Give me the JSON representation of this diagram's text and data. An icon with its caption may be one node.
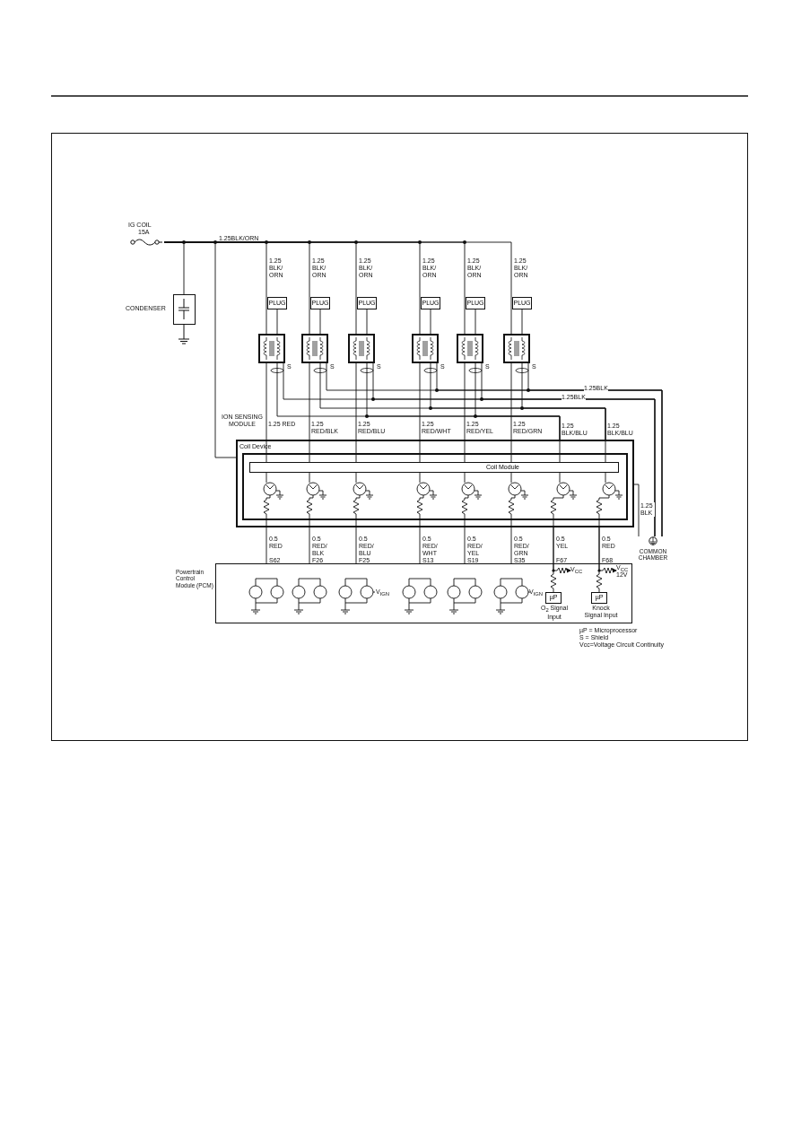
{
  "diagram": {
    "nodes": [
      {
        "text": [
          "IG COIL",
          "15A"
        ]
      },
      {
        "text": [
          "CONDENSER"
        ]
      },
      {
        "text": [
          "PLUG"
        ]
      },
      {
        "text": [
          "PLUG"
        ]
      },
      {
        "text": [
          "PLUG"
        ]
      },
      {
        "text": [
          "PLUG"
        ]
      },
      {
        "text": [
          "PLUG"
        ]
      },
      {
        "text": [
          "PLUG"
        ]
      },
      {
        "text": [],
        "shape": "box",
        "beside": [
          "S"
        ]
      },
      {
        "text": [],
        "shape": "box",
        "beside": [
          "S"
        ]
      },
      {
        "text": [],
        "shape": "box",
        "beside": [
          "S"
        ]
      },
      {
        "text": [],
        "shape": "box",
        "beside": [
          "S"
        ]
      },
      {
        "text": [],
        "shape": "box",
        "beside": [
          "S"
        ]
      },
      {
        "text": [],
        "shape": "box",
        "beside": [
          "S"
        ]
      },
      {
        "text": [
          "Coil Device"
        ],
        "beside": [
          "ION SENSING MODULE"
        ]
      },
      {
        "text": [],
        "shape": "box",
        "in": 14
      },
      {
        "text": [
          "Coil Module"
        ],
        "in": 15
      },
      {
        "text": [
          "COMMON CHAMBER"
        ]
      },
      {
        "text": [
          "Powertrain Control Module (PCM)"
        ]
      },
      {
        "text": [
          "µP"
        ],
        "in": 18,
        "beside": [
          "O$_{2}$ Signal Input"
        ]
      },
      {
        "text": [
          "µP"
        ],
        "in": 18,
        "beside": [
          "Knock Signal Input"
        ]
      },
      {
        "text": [
          "V$_{CC}$"
        ],
        "in": 18
      },
      {
        "text": [
          "V$_{CC}$",
          "12V"
        ],
        "in": 18
      }
    ],
    "edges": [
      {
        "from": 0,
        "to": 1,
        "arrow": "none"
      },
      {
        "from": 0,
        "to": 14,
        "arrow": "none"
      },
      {
        "from": 0,
        "to": 8,
        "arrow": "none",
        "label": "1.25 BLK/ ORN"
      },
      {
        "from": 0,
        "to": 9,
        "arrow": "none",
        "label": "1.25 BLK/ ORN"
      },
      {
        "from": 0,
        "to": 10,
        "arrow": "none",
        "label": "1.25 BLK/ ORN"
      },
      {
        "from": 0,
        "to": 11,
        "arrow": "none",
        "label": "1.25 BLK/ ORN"
      },
      {
        "from": 0,
        "to": 12,
        "arrow": "none",
        "label": "1.25 BLK/ ORN"
      },
      {
        "from": 0,
        "to": 13,
        "arrow": "none",
        "label": "1.25 BLK/ ORN"
      },
      {
        "from": 2,
        "to": 8,
        "arrow": "none"
      },
      {
        "from": 3,
        "to": 9,
        "arrow": "none"
      },
      {
        "from": 4,
        "to": 10,
        "arrow": "none"
      },
      {
        "from": 5,
        "to": 11,
        "arrow": "none"
      },
      {
        "from": 6,
        "to": 12,
        "arrow": "none"
      },
      {
        "from": 7,
        "to": 13,
        "arrow": "none"
      },
      {
        "from": 8,
        "to": 14,
        "arrow": "none",
        "label": "1.25 RED"
      },
      {
        "from": 9,
        "to": 14,
        "arrow": "none",
        "label": "1.25 RED/BLK"
      },
      {
        "from": 10,
        "to": 14,
        "arrow": "none",
        "label": "1.25 RED/BLU"
      },
      {
        "from": 11,
        "to": 14,
        "arrow": "none",
        "label": "1.25 RED/WHT"
      },
      {
        "from": 12,
        "to": 14,
        "arrow": "none",
        "label": "1.25 RED/YEL"
      },
      {
        "from": 13,
        "to": 14,
        "arrow": "none",
        "label": "1.25 RED/GRN"
      },
      {
        "from": 8,
        "to": 14,
        "arrow": "none",
        "label": "1.25 BLK/BLU"
      },
      {
        "from": 10,
        "to": 14,
        "arrow": "none"
      },
      {
        "from": 12,
        "to": 14,
        "arrow": "none"
      },
      {
        "from": 9,
        "to": 14,
        "arrow": "none",
        "label": "1.25 BLK/BLU"
      },
      {
        "from": 11,
        "to": 14,
        "arrow": "none"
      },
      {
        "from": 13,
        "to": 14,
        "arrow": "none"
      },
      {
        "from": 9,
        "to": 17,
        "arrow": "none",
        "label": "1.25BLK"
      },
      {
        "from": 11,
        "to": 17,
        "arrow": "none"
      },
      {
        "from": 13,
        "to": 17,
        "arrow": "none"
      },
      {
        "from": 8,
        "to": 17,
        "arrow": "none",
        "label": "1.25BLK"
      },
      {
        "from": 10,
        "to": 17,
        "arrow": "none"
      },
      {
        "from": 12,
        "to": 17,
        "arrow": "none"
      },
      {
        "from": 14,
        "to": 17,
        "arrow": "none",
        "label": "1.25 BLK"
      },
      {
        "from": 14,
        "to": 18,
        "arrow": "none",
        "label": "0.5 RED"
      },
      {
        "from": 14,
        "to": 18,
        "arrow": "none",
        "label": "0.5 RED/ BLK"
      },
      {
        "from": 14,
        "to": 18,
        "arrow": "none",
        "label": "0.5 RED/ BLU"
      },
      {
        "from": 14,
        "to": 18,
        "arrow": "none",
        "label": "0.5 RED/ WHT"
      },
      {
        "from": 14,
        "to": 18,
        "arrow": "none",
        "label": "0.5 RED/ YEL"
      },
      {
        "from": 14,
        "to": 18,
        "arrow": "none",
        "label": "0.5 RED/ GRN"
      },
      {
        "from": 14,
        "to": 19,
        "arrow": "none",
        "label": "0.5 YEL"
      },
      {
        "from": 14,
        "to": 20,
        "arrow": "none",
        "label": "0.5 RED"
      },
      {
        "from": 14,
        "to": 21,
        "arrow": "to"
      },
      {
        "from": 14,
        "to": 22,
        "arrow": "to"
      }
    ],
    "labels": [
      "1.25BLK/ORN",
      "S62",
      "F26",
      "F25",
      "S13",
      "S19",
      "S35",
      "F67",
      "F68",
      "V$_{IGN}$",
      "V$_{IGN}$",
      "µP = Microprocessor",
      "S = Shield",
      "Vcc=Voltage Circuit Continuity"
    ]
  }
}
